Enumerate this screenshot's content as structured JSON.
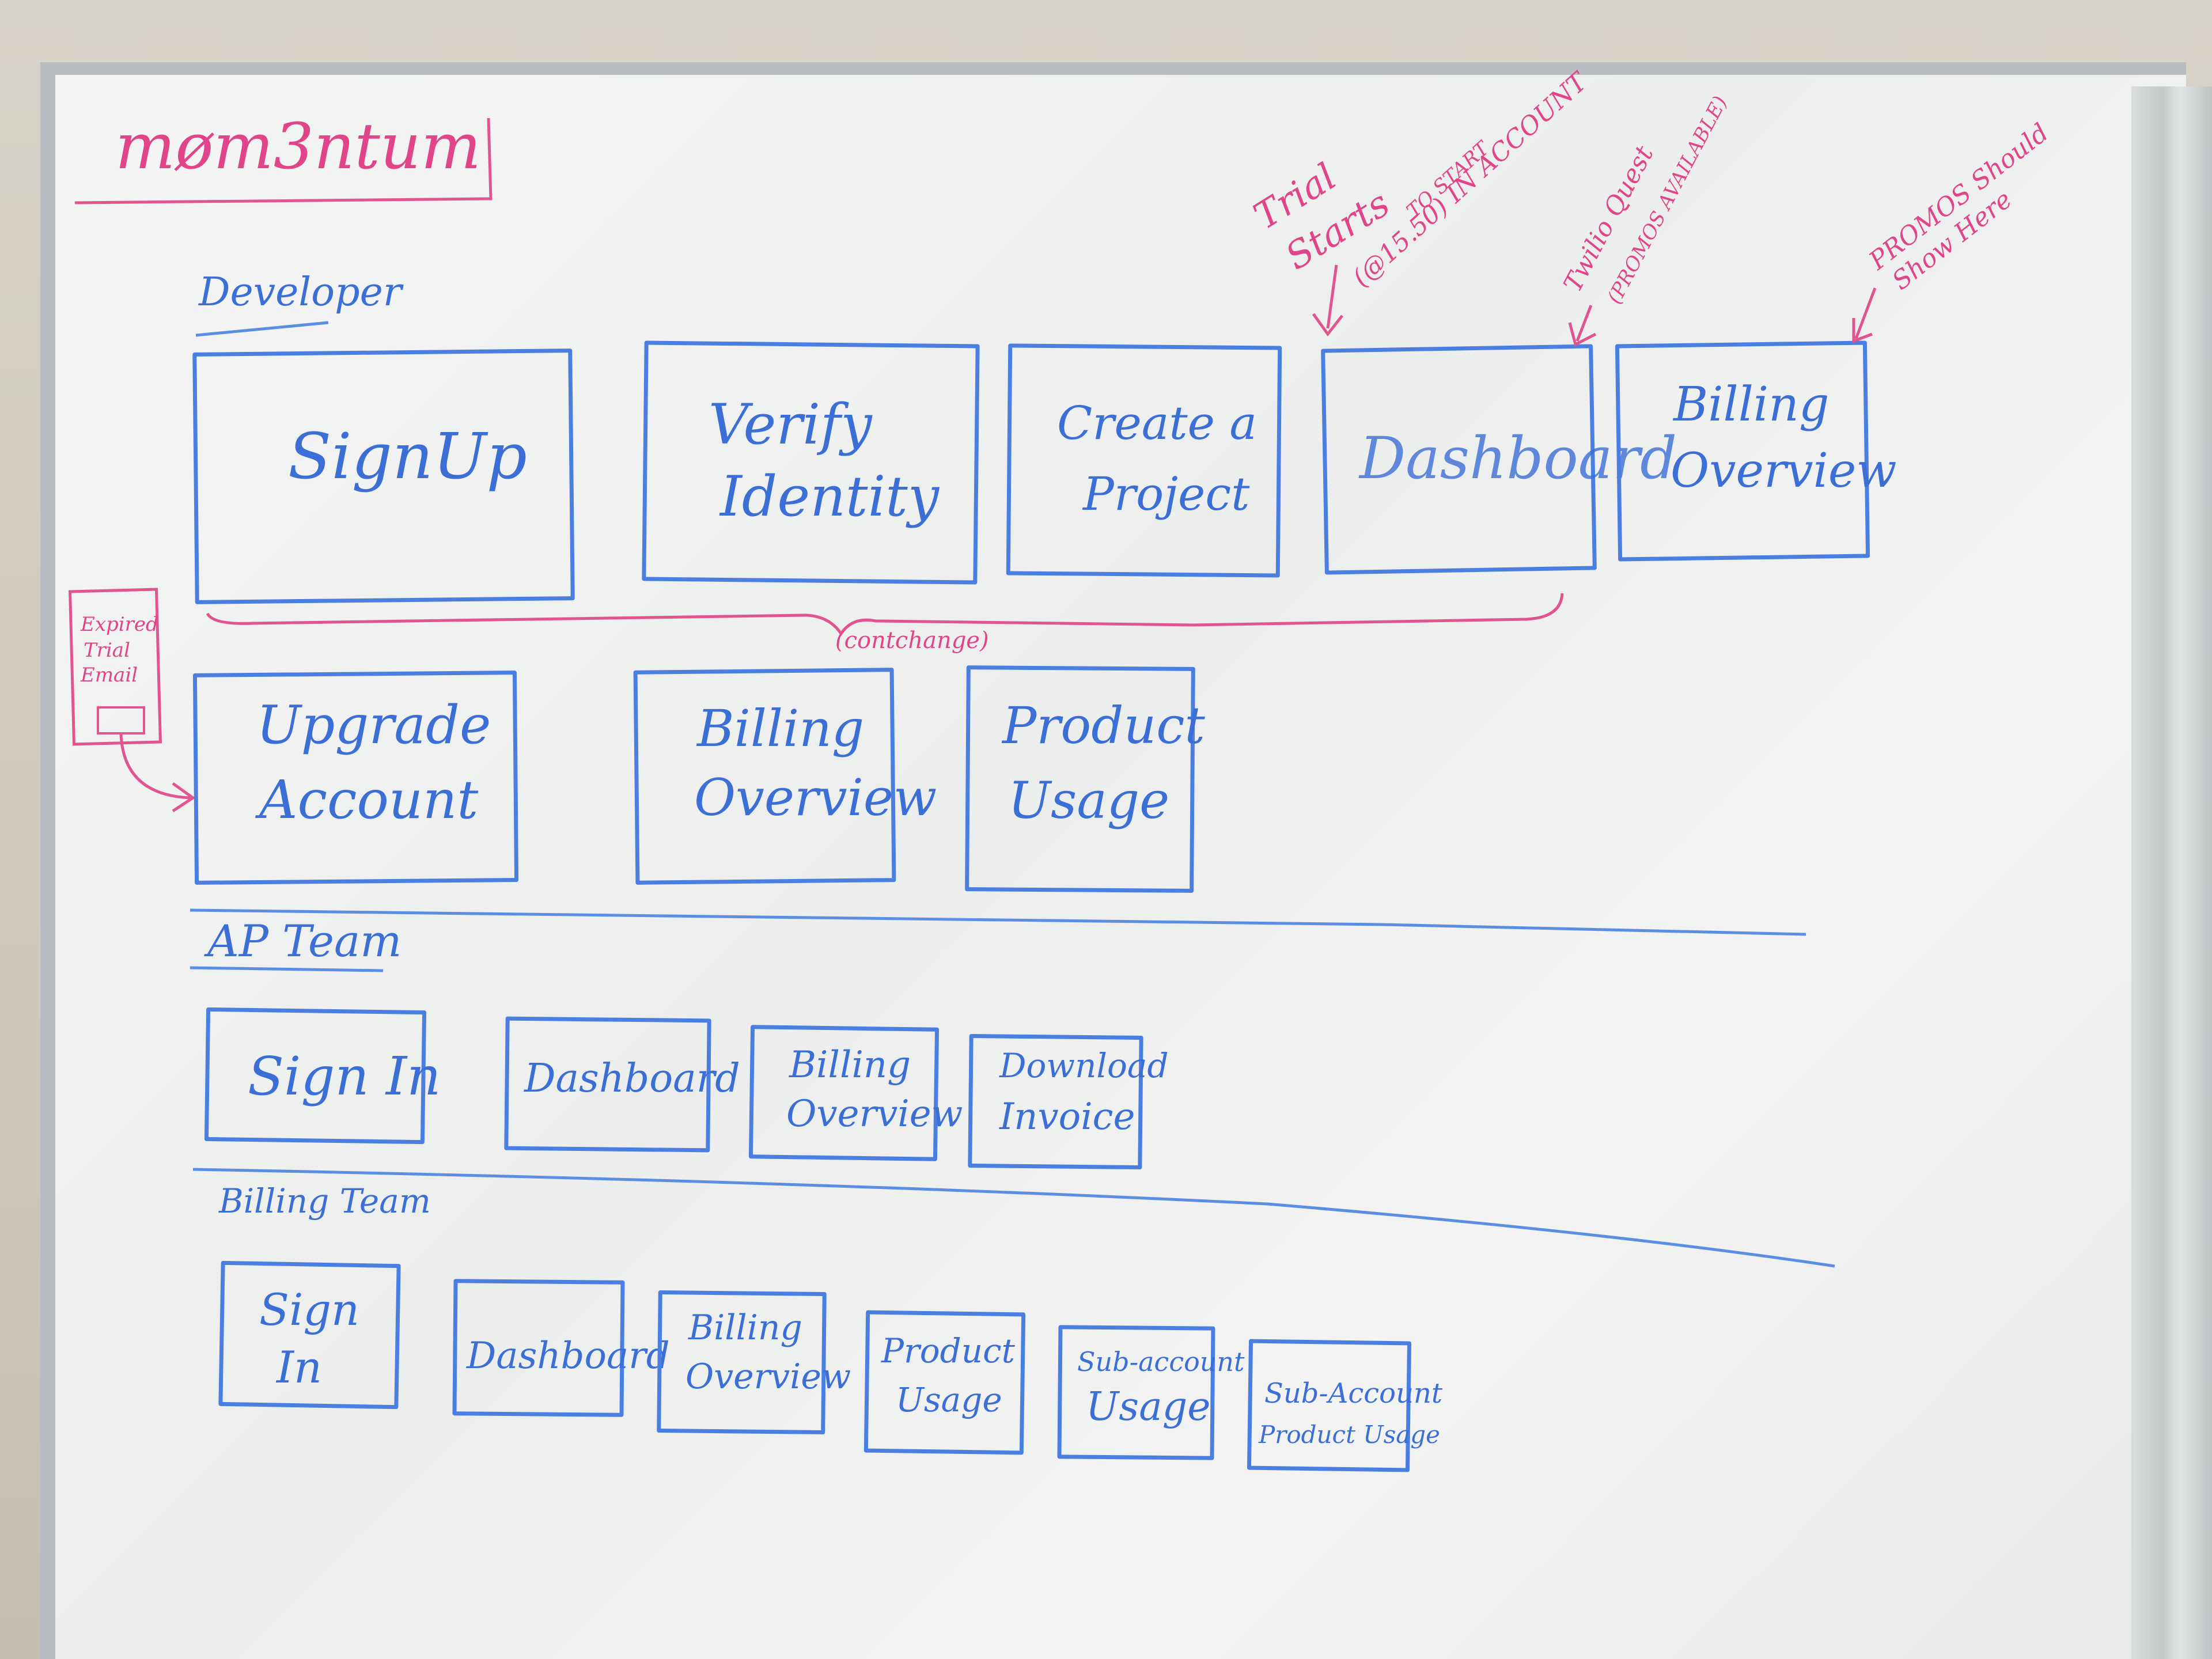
{
  "logo": "møm3ntum",
  "sections": {
    "developer": {
      "heading": "Developer",
      "row1": [
        "SignUp",
        [
          "Verify",
          "Identity"
        ],
        [
          "Create a",
          "Project"
        ],
        "Dashboard",
        [
          "Billing",
          "Overview"
        ]
      ],
      "row2": [
        [
          "Upgrade",
          "Account"
        ],
        [
          "Billing",
          "Overview"
        ],
        [
          "Product",
          "Usage"
        ]
      ],
      "side_note": [
        "Expired",
        "Trial",
        "Email"
      ],
      "brace_note": "(contchange)"
    },
    "ap_team": {
      "heading": "AP Team",
      "boxes": [
        "Sign In",
        "Dashboard",
        [
          "Billing",
          "Overview"
        ],
        [
          "Download",
          "Invoice"
        ]
      ]
    },
    "billing_team": {
      "heading": "Billing Team",
      "boxes": [
        [
          "Sign",
          "In"
        ],
        "Dashboard",
        [
          "Billing",
          "Overview"
        ],
        [
          "Product",
          "Usage"
        ],
        [
          "Sub-account",
          "Usage"
        ],
        [
          "Sub-Account",
          "Product Usage"
        ]
      ]
    }
  },
  "annotations": {
    "trial": [
      "Trial",
      "Starts"
    ],
    "in_account": [
      "(@15.50) IN ACCOUNT",
      "TO START"
    ],
    "quest": [
      "Twilio Quest",
      "(PROMOS AVAILABLE)"
    ],
    "promos": [
      "PROMOS Should",
      "Show Here"
    ]
  },
  "colors": {
    "blue_marker": "#3c6fd6",
    "pink_marker": "#e0458a",
    "board": "#f0f1f0"
  }
}
